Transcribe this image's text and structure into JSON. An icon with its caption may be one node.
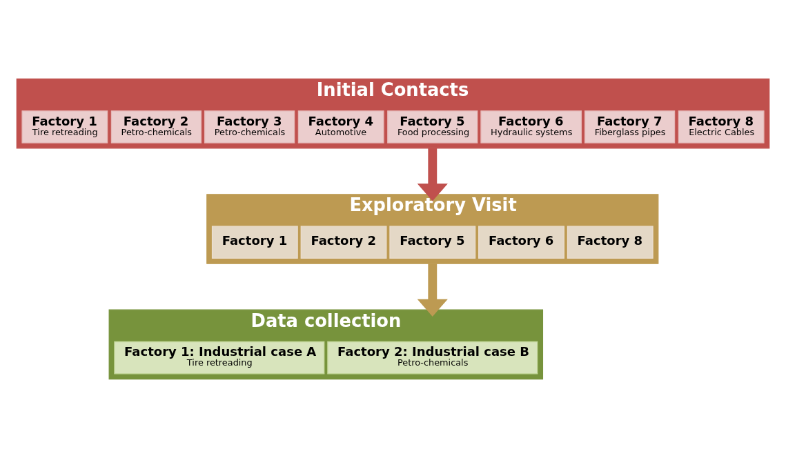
{
  "diagram": {
    "nodes": [
      {
        "text": [
          "Initial Contacts"
        ]
      },
      {
        "text": [
          "Factory 1",
          "Tire retreading"
        ],
        "in": 0
      },
      {
        "text": [
          "Factory 2",
          "Petro-chemicals"
        ],
        "in": 0
      },
      {
        "text": [
          "Factory 3",
          "Petro-chemicals"
        ],
        "in": 0
      },
      {
        "text": [
          "Factory 4",
          "Automotive"
        ],
        "in": 0
      },
      {
        "text": [
          "Factory 5",
          "Food processing"
        ],
        "in": 0
      },
      {
        "text": [
          "Factory 6",
          "Hydraulic systems"
        ],
        "in": 0
      },
      {
        "text": [
          "Factory 7",
          "Fiberglass pipes"
        ],
        "in": 0
      },
      {
        "text": [
          "Factory 8",
          "Electric Cables"
        ],
        "in": 0
      },
      {
        "text": [
          "Exploratory Visit"
        ]
      },
      {
        "text": [
          "Factory 1"
        ],
        "in": 9
      },
      {
        "text": [
          "Factory 2"
        ],
        "in": 9
      },
      {
        "text": [
          "Factory 5"
        ],
        "in": 9
      },
      {
        "text": [
          "Factory 6"
        ],
        "in": 9
      },
      {
        "text": [
          "Factory 8"
        ],
        "in": 9
      },
      {
        "text": [
          "Data collection"
        ]
      },
      {
        "text": [
          "Factory 1: Industrial case A",
          "Tire retreading"
        ],
        "in": 15
      },
      {
        "text": [
          "Factory 2: Industrial case B",
          "Petro-chemicals"
        ],
        "in": 15
      }
    ],
    "edges": [
      {
        "from": 0,
        "to": 9,
        "arrow": "to",
        "color": "#c0504d"
      },
      {
        "from": 9,
        "to": 15,
        "arrow": "to",
        "color": "#bd9a52"
      }
    ]
  }
}
